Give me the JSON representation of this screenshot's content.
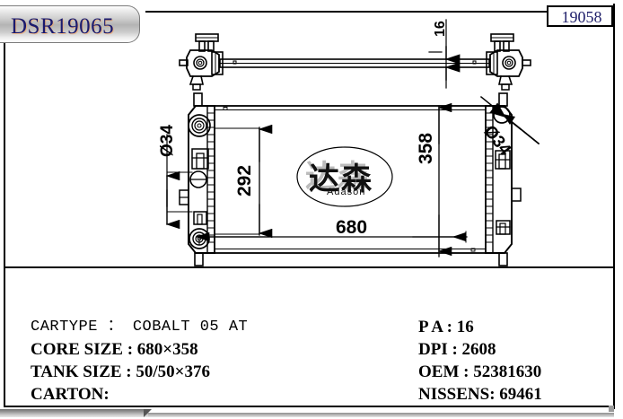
{
  "title_tab": {
    "label": "DSR19065"
  },
  "code_box": {
    "value": "19058"
  },
  "logo": {
    "cn_text": "达森",
    "sub_text": "Adason"
  },
  "dimensions": {
    "core_width": "680",
    "core_height": "358",
    "inner_height": "292",
    "thickness": "16",
    "inlet_diameter_left": "Ø34",
    "inlet_diameter_right": "Ø34"
  },
  "specs_left": [
    "CARTYPE ： COBALT 05 AT",
    "CORE SIZE : 680×358",
    "TANK SIZE : 50/50×376",
    "CARTON:"
  ],
  "specs_right": [
    "P A : 16",
    "DPI : 2608",
    "OEM : 52381630",
    "NISSENS: 69461"
  ],
  "colors": {
    "ink": "#000000",
    "title_text": "#1a1a6e",
    "code_text": "#21216b",
    "paper": "#ffffff"
  }
}
